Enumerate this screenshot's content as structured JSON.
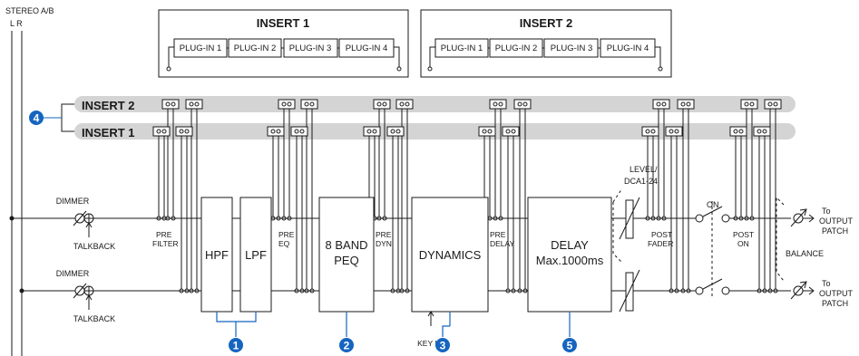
{
  "stereo": {
    "title": "STEREO A/B",
    "sub": "L R"
  },
  "insert_boxes": [
    {
      "title": "INSERT 1",
      "plugins": [
        "PLUG-IN 1",
        "PLUG-IN 2",
        "PLUG-IN 3",
        "PLUG-IN 4"
      ]
    },
    {
      "title": "INSERT 2",
      "plugins": [
        "PLUG-IN 1",
        "PLUG-IN 2",
        "PLUG-IN 3",
        "PLUG-IN 4"
      ]
    }
  ],
  "bars": {
    "insert2": "INSERT 2",
    "insert1": "INSERT 1"
  },
  "dimmer": "DIMMER",
  "talkback": "TALKBACK",
  "blocks": {
    "hpf": "HPF",
    "lpf": "LPF",
    "peq_1": "8 BAND",
    "peq_2": "PEQ",
    "dynamics": "DYNAMICS",
    "delay_1": "DELAY",
    "delay_2": "Max.1000ms"
  },
  "points": {
    "pre": "PRE",
    "filter": "FILTER",
    "eq": "EQ",
    "dyn": "DYN",
    "delay": "DELAY",
    "post": "POST",
    "fader": "FADER",
    "on": "ON"
  },
  "key_in": "KEY IN",
  "level_1": "LEVEL/",
  "level_2": "DCA1-24",
  "on_label": "ON",
  "balance": "BALANCE",
  "output": {
    "to": "To",
    "line1": "OUTPUT",
    "line2": "PATCH"
  },
  "badges": [
    "1",
    "2",
    "3",
    "4",
    "5"
  ],
  "colors": {
    "badge": "#1565c0",
    "bar": "#d4d4d4",
    "line": "#1a1a1a"
  }
}
